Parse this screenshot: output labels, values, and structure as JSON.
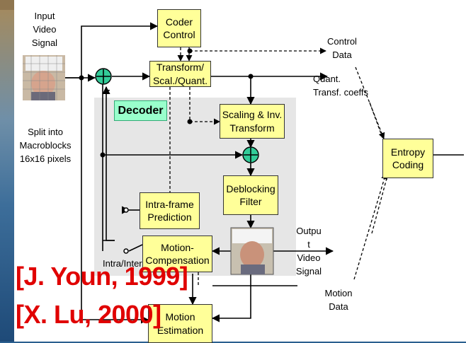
{
  "blocks": {
    "coder_control": "Coder\nControl",
    "transform": "Transform/\nScal./Quant.",
    "decoder": "Decoder",
    "scaling_inv": "Scaling & Inv.\nTransform",
    "deblocking": "Deblocking\nFilter",
    "intra_pred": "Intra-frame\nPrediction",
    "motion_comp": "Motion-\nCompensation",
    "motion_est": "Motion\nEstimation",
    "entropy": "Entropy\nCoding"
  },
  "labels": {
    "input": "Input\nVideo\nSignal",
    "split": "Split into\nMacroblocks\n16x16 pixels",
    "control_data": "Control\nData",
    "quant": "Quant.\nTransf. coeffs",
    "output": "Outpu\nt\nVideo\nSignal",
    "motion_data": "Motion\nData",
    "intra_inter": "Intra/Inter",
    "minus": "-"
  },
  "citations": [
    "[J. Youn, 1999]",
    "[X. Lu, 2000]"
  ],
  "colors": {
    "block_fill": "#ffff99",
    "decoder_fill": "#99ffcc",
    "decoder_region": "#e8e8e8",
    "sum_node": "#33cc99",
    "citation": "#e00000"
  }
}
